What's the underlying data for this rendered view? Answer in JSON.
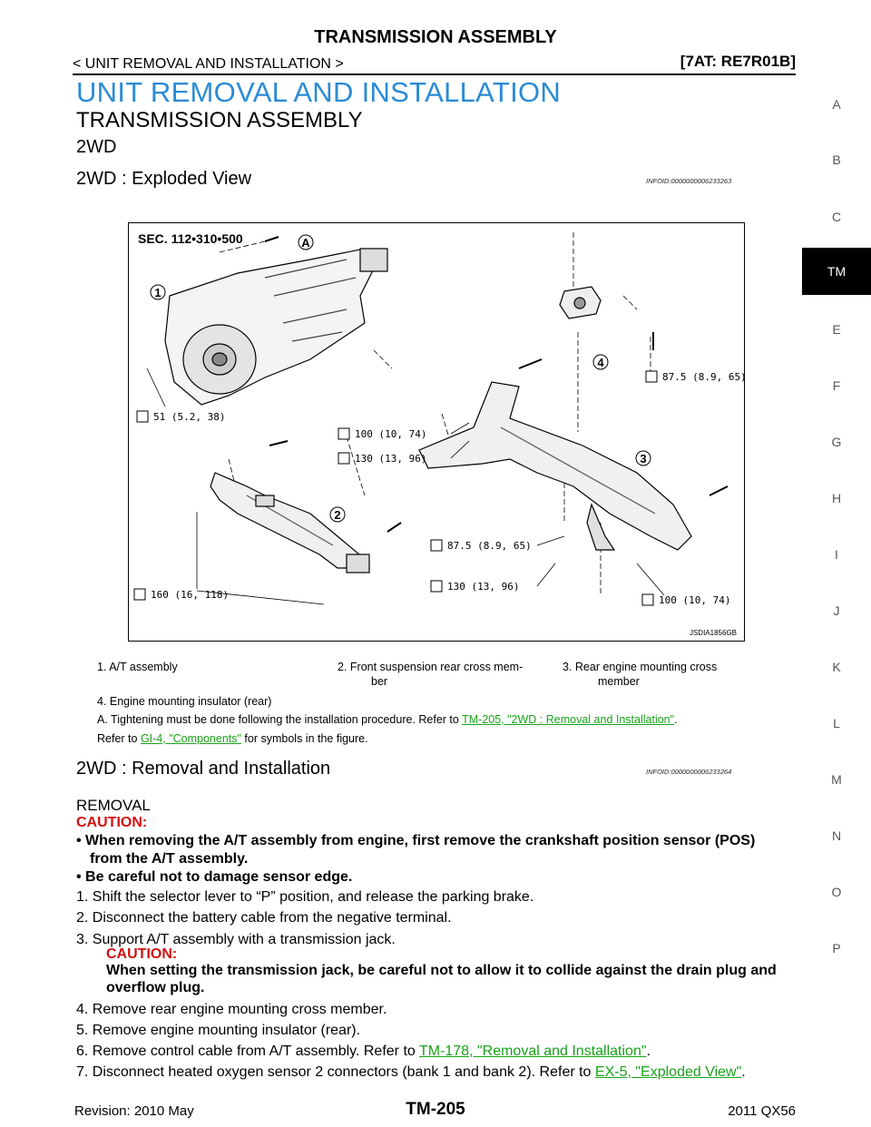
{
  "header": {
    "title": "TRANSMISSION ASSEMBLY",
    "section": "< UNIT REMOVAL AND INSTALLATION >",
    "model": "[7AT: RE7R01B]"
  },
  "headings": {
    "h1": "UNIT REMOVAL AND INSTALLATION",
    "h2": "TRANSMISSION ASSEMBLY",
    "h3": "2WD",
    "h4": "2WD : Exploded View",
    "h4_infoid": "INFOID:0000000006233263",
    "h5": "2WD : Removal and Installation",
    "h5_infoid": "INFOID:0000000006233264"
  },
  "side_tabs": [
    "A",
    "B",
    "C",
    "TM",
    "E",
    "F",
    "G",
    "H",
    "I",
    "J",
    "K",
    "L",
    "M",
    "N",
    "O",
    "P"
  ],
  "side_tab_active": "TM",
  "figure": {
    "sec_label": "SEC. 112•310•500",
    "image_id": "JSDIA1856GB",
    "callouts": [
      "1",
      "2",
      "3",
      "4",
      "A"
    ],
    "torques": [
      "51 (5.2, 38)",
      "100 (10, 74)",
      "130 (13, 96)",
      "87.5 (8.9, 65)",
      "87.5 (8.9, 65)",
      "160 (16, 118)",
      "130 (13, 96)",
      "100 (10, 74)"
    ]
  },
  "legend": {
    "items": [
      "1.  A/T assembly",
      "2.  Front suspension rear cross mem-",
      "ber",
      "3.  Rear engine mounting cross",
      "member",
      "4.  Engine mounting insulator (rear)"
    ],
    "note_a_prefix": "A.  Tightening must be done following the installation procedure. Refer to ",
    "note_a_link": "TM-205, \"2WD : Removal and Installation\"",
    "note_a_suffix": ".",
    "refer_prefix": "Refer to ",
    "refer_link": "GI-4, \"Components\"",
    "refer_suffix": " for symbols in the figure."
  },
  "removal": {
    "title": "REMOVAL",
    "caution_label": "CAUTION:",
    "caution_items": [
      "When removing the A/T assembly from engine, first remove the crankshaft position sensor (POS)",
      "from the A/T assembly.",
      "Be careful not to damage sensor edge."
    ],
    "steps": [
      "1.  Shift the selector lever to “P” position, and release the parking brake.",
      "2.  Disconnect the battery cable from the negative terminal.",
      "3.  Support A/T assembly with a transmission jack.",
      "4.  Remove rear engine mounting cross member.",
      "5.  Remove engine mounting insulator (rear).",
      "6.  Remove control cable from A/T assembly. Refer to ",
      "7.  Disconnect heated oxygen sensor 2 connectors (bank 1 and bank 2). Refer to "
    ],
    "step3_caution_label": "CAUTION:",
    "step3_caution_text_1": "When setting the transmission jack, be careful not to allow it to collide against the drain plug and",
    "step3_caution_text_2": "overflow plug.",
    "step6_link": "TM-178, \"Removal and Installation\"",
    "step7_link": "EX-5, \"Exploded View\"",
    "period": "."
  },
  "footer": {
    "revision": "Revision: 2010 May",
    "page": "TM-205",
    "model_year": "2011 QX56"
  }
}
